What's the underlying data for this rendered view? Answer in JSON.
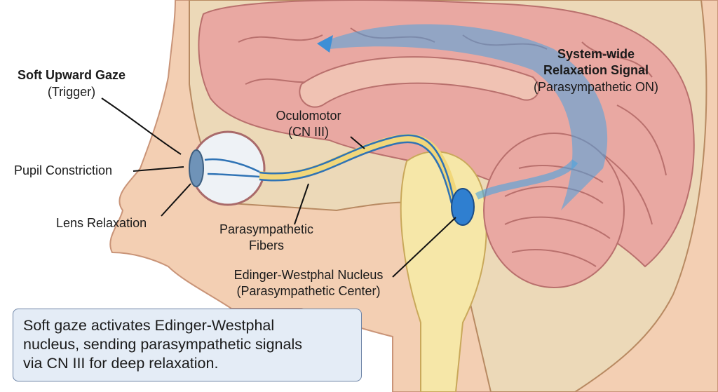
{
  "labels": {
    "trigger_title": "Soft Upward Gaze",
    "trigger_sub": "(Trigger)",
    "pupil": "Pupil Constriction",
    "lens": "Lens Relaxation",
    "oculomotor_title": "Oculomotor",
    "oculomotor_sub": "(CN III)",
    "fibers_line1": "Parasympathetic",
    "fibers_line2": "Fibers",
    "nucleus_title": "Edinger-Westphal Nucleus",
    "nucleus_sub": "(Parasympathetic Center)",
    "signal_line1": "System-wide",
    "signal_line2": "Relaxation Signal",
    "signal_sub": "(Parasympathetic ON)"
  },
  "note": {
    "line1": "Soft gaze activates Edinger-Westphal",
    "line2": "nucleus, sending parasympathetic signals",
    "line3": "via CN III for deep relaxation."
  },
  "colors": {
    "skin": "#f3cfb3",
    "brain": "#e9a8a2",
    "signal_blue": "#4aa3e0",
    "nerve_yellow": "#f2d77a",
    "note_bg": "#e4ecf6"
  }
}
